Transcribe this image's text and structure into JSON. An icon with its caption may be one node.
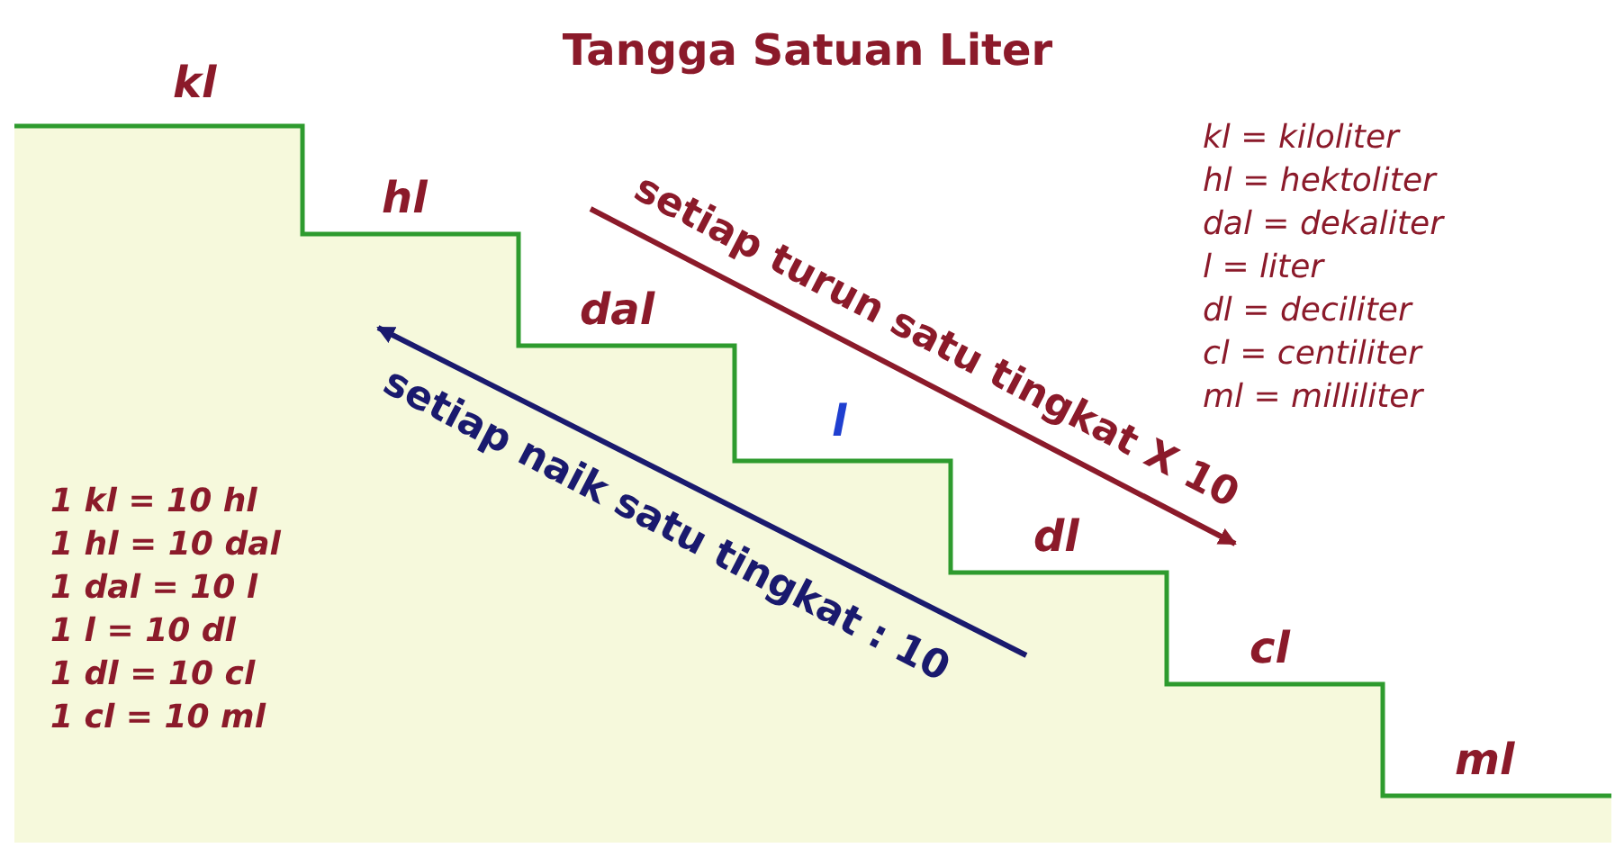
{
  "diagram": {
    "title": "Tangga Satuan Liter",
    "labels": [
      "kl",
      "hl",
      "dal",
      "l",
      "dl",
      "cl",
      "ml",
      "setiap turun satu tingkat X 10",
      "setiap naik satu tingkat : 10",
      "kl = kiloliter",
      "hl = hektoliter",
      "dal = dekaliter",
      "l = liter",
      "dl = deciliter",
      "cl = centiliter",
      "ml = milliliter",
      "1 kl = 10 hl",
      "1 hl = 10 dal",
      "1 dal = 10 l",
      "1 l = 10 dl",
      "1 dl = 10 cl",
      "1 cl = 10 ml"
    ]
  }
}
